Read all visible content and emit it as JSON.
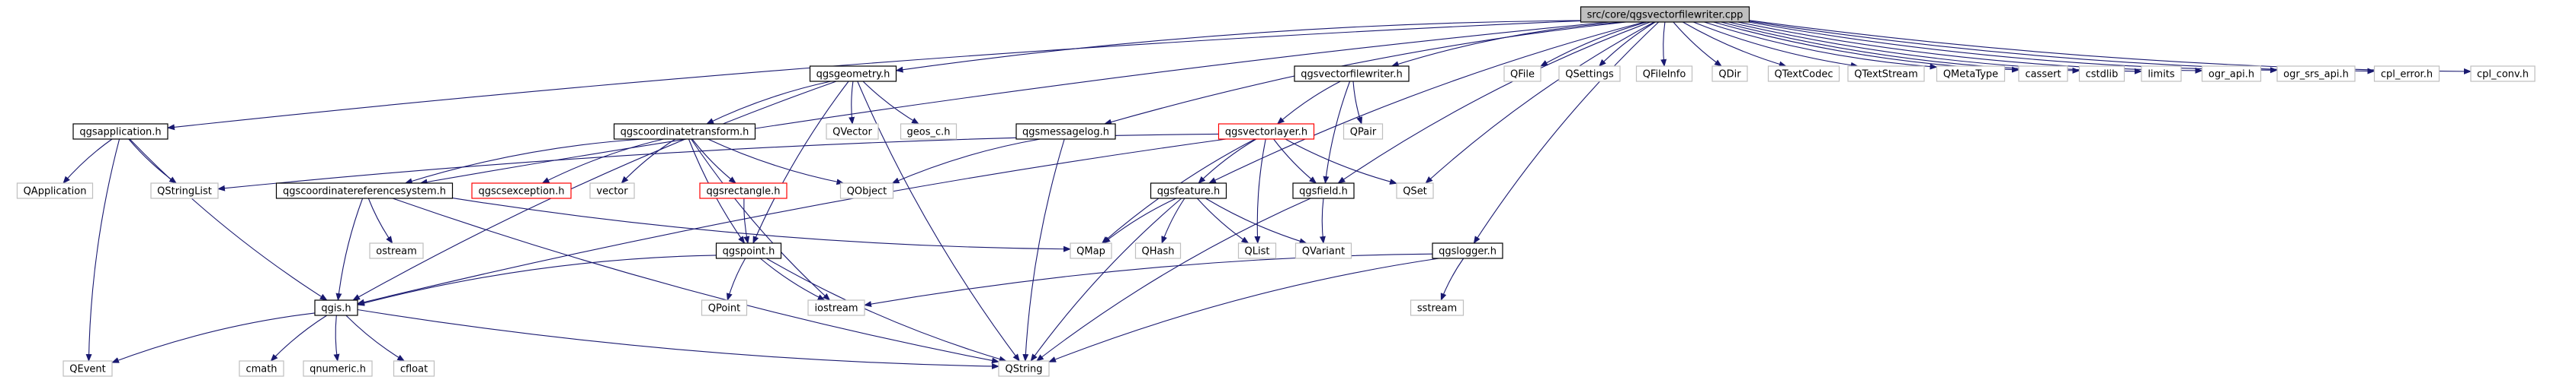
{
  "diagram": {
    "title": "src/core/qgsvectorfilewriter.cpp",
    "colors": {
      "edge": "#191970",
      "root_fill": "#bfbfbf",
      "black_border": "#000000",
      "red_border": "#ff0000",
      "grey_border": "#bfbfbf",
      "text": "#000000",
      "background": "#ffffff"
    },
    "nodes": [
      {
        "id": "root",
        "label": "src/core/qgsvectorfilewriter.cpp",
        "style": "root"
      },
      {
        "id": "qgsapplication",
        "label": "qgsapplication.h",
        "style": "black"
      },
      {
        "id": "qgsgeometry",
        "label": "qgsgeometry.h",
        "style": "black"
      },
      {
        "id": "qgsmessagelog",
        "label": "qgsmessagelog.h",
        "style": "black"
      },
      {
        "id": "qgsvectorfilewriter",
        "label": "qgsvectorfilewriter.h",
        "style": "black"
      },
      {
        "id": "qgscoordinatetransform",
        "label": "qgscoordinatetransform.h",
        "style": "black"
      },
      {
        "id": "qgsvectorlayer",
        "label": "qgsvectorlayer.h",
        "style": "red"
      },
      {
        "id": "qgscrs",
        "label": "qgscoordinatereferencesystem.h",
        "style": "black"
      },
      {
        "id": "qgscsexception",
        "label": "qgscsexception.h",
        "style": "red"
      },
      {
        "id": "qgsrectangle",
        "label": "qgsrectangle.h",
        "style": "red"
      },
      {
        "id": "qgsfeature",
        "label": "qgsfeature.h",
        "style": "black"
      },
      {
        "id": "qgsfield",
        "label": "qgsfield.h",
        "style": "black"
      },
      {
        "id": "qgslogger",
        "label": "qgslogger.h",
        "style": "black"
      },
      {
        "id": "qgspoint",
        "label": "qgspoint.h",
        "style": "black"
      },
      {
        "id": "qgis",
        "label": "qgis.h",
        "style": "black"
      },
      {
        "id": "QApplication",
        "label": "QApplication",
        "style": "grey"
      },
      {
        "id": "QStringList",
        "label": "QStringList",
        "style": "grey"
      },
      {
        "id": "QVector",
        "label": "QVector",
        "style": "grey"
      },
      {
        "id": "geos_c",
        "label": "geos_c.h",
        "style": "grey"
      },
      {
        "id": "QPair",
        "label": "QPair",
        "style": "grey"
      },
      {
        "id": "QFile",
        "label": "QFile",
        "style": "grey"
      },
      {
        "id": "QSettings",
        "label": "QSettings",
        "style": "grey"
      },
      {
        "id": "QFileInfo",
        "label": "QFileInfo",
        "style": "grey"
      },
      {
        "id": "QDir",
        "label": "QDir",
        "style": "grey"
      },
      {
        "id": "QTextCodec",
        "label": "QTextCodec",
        "style": "grey"
      },
      {
        "id": "QTextStream",
        "label": "QTextStream",
        "style": "grey"
      },
      {
        "id": "QMetaType",
        "label": "QMetaType",
        "style": "grey"
      },
      {
        "id": "cassert",
        "label": "cassert",
        "style": "grey"
      },
      {
        "id": "cstdlib",
        "label": "cstdlib",
        "style": "grey"
      },
      {
        "id": "limits",
        "label": "limits",
        "style": "grey"
      },
      {
        "id": "ogr_api",
        "label": "ogr_api.h",
        "style": "grey"
      },
      {
        "id": "ogr_srs_api",
        "label": "ogr_srs_api.h",
        "style": "grey"
      },
      {
        "id": "cpl_error",
        "label": "cpl_error.h",
        "style": "grey"
      },
      {
        "id": "cpl_conv",
        "label": "cpl_conv.h",
        "style": "grey"
      },
      {
        "id": "QObject",
        "label": "QObject",
        "style": "grey"
      },
      {
        "id": "QSet",
        "label": "QSet",
        "style": "grey"
      },
      {
        "id": "vector",
        "label": "vector",
        "style": "grey"
      },
      {
        "id": "ostream",
        "label": "ostream",
        "style": "grey"
      },
      {
        "id": "QMap",
        "label": "QMap",
        "style": "grey"
      },
      {
        "id": "QHash",
        "label": "QHash",
        "style": "grey"
      },
      {
        "id": "QList",
        "label": "QList",
        "style": "grey"
      },
      {
        "id": "QVariant",
        "label": "QVariant",
        "style": "grey"
      },
      {
        "id": "QPoint",
        "label": "QPoint",
        "style": "grey"
      },
      {
        "id": "iostream",
        "label": "iostream",
        "style": "grey"
      },
      {
        "id": "sstream",
        "label": "sstream",
        "style": "grey"
      },
      {
        "id": "QEvent",
        "label": "QEvent",
        "style": "grey"
      },
      {
        "id": "cmath",
        "label": "cmath",
        "style": "grey"
      },
      {
        "id": "qnumeric",
        "label": "qnumeric.h",
        "style": "grey"
      },
      {
        "id": "cfloat",
        "label": "cfloat",
        "style": "grey"
      },
      {
        "id": "QString",
        "label": "QString",
        "style": "grey"
      }
    ],
    "edges": [
      [
        "root",
        "qgsapplication"
      ],
      [
        "root",
        "qgsgeometry"
      ],
      [
        "root",
        "qgsmessagelog"
      ],
      [
        "root",
        "qgsvectorfilewriter"
      ],
      [
        "root",
        "qgscrs"
      ],
      [
        "root",
        "qgsfeature"
      ],
      [
        "root",
        "qgsfield"
      ],
      [
        "root",
        "qgslogger"
      ],
      [
        "root",
        "QSet"
      ],
      [
        "root",
        "QFile"
      ],
      [
        "root",
        "QSettings"
      ],
      [
        "root",
        "QFileInfo"
      ],
      [
        "root",
        "QDir"
      ],
      [
        "root",
        "QTextCodec"
      ],
      [
        "root",
        "QTextStream"
      ],
      [
        "root",
        "QMetaType"
      ],
      [
        "root",
        "cassert"
      ],
      [
        "root",
        "cstdlib"
      ],
      [
        "root",
        "limits"
      ],
      [
        "root",
        "ogr_api"
      ],
      [
        "root",
        "ogr_srs_api"
      ],
      [
        "root",
        "cpl_error"
      ],
      [
        "root",
        "cpl_conv"
      ],
      [
        "qgsapplication",
        "QApplication"
      ],
      [
        "qgsapplication",
        "QStringList"
      ],
      [
        "qgsapplication",
        "qgis"
      ],
      [
        "qgsapplication",
        "QEvent"
      ],
      [
        "qgsgeometry",
        "qgscoordinatetransform"
      ],
      [
        "qgsgeometry",
        "QVector"
      ],
      [
        "qgsgeometry",
        "geos_c"
      ],
      [
        "qgsgeometry",
        "qgspoint"
      ],
      [
        "qgsgeometry",
        "qgis"
      ],
      [
        "qgsgeometry",
        "QString"
      ],
      [
        "qgsmessagelog",
        "QObject"
      ],
      [
        "qgsmessagelog",
        "QString"
      ],
      [
        "qgsvectorfilewriter",
        "qgsvectorlayer"
      ],
      [
        "qgsvectorfilewriter",
        "qgsfield"
      ],
      [
        "qgsvectorfilewriter",
        "QPair"
      ],
      [
        "qgscoordinatetransform",
        "qgscrs"
      ],
      [
        "qgscoordinatetransform",
        "qgscsexception"
      ],
      [
        "qgscoordinatetransform",
        "vector"
      ],
      [
        "qgscoordinatetransform",
        "qgsrectangle"
      ],
      [
        "qgscoordinatetransform",
        "QObject"
      ],
      [
        "qgscoordinatetransform",
        "qgspoint"
      ],
      [
        "qgscoordinatetransform",
        "iostream"
      ],
      [
        "qgsvectorlayer",
        "QStringList"
      ],
      [
        "qgsvectorlayer",
        "qgsfeature"
      ],
      [
        "qgsvectorlayer",
        "qgsfield"
      ],
      [
        "qgsvectorlayer",
        "QSet"
      ],
      [
        "qgsvectorlayer",
        "QMap"
      ],
      [
        "qgsvectorlayer",
        "QList"
      ],
      [
        "qgsvectorlayer",
        "qgis"
      ],
      [
        "qgscrs",
        "ostream"
      ],
      [
        "qgscrs",
        "QMap"
      ],
      [
        "qgscrs",
        "qgis"
      ],
      [
        "qgscrs",
        "QString"
      ],
      [
        "qgsrectangle",
        "qgspoint"
      ],
      [
        "qgsfeature",
        "QMap"
      ],
      [
        "qgsfeature",
        "QHash"
      ],
      [
        "qgsfeature",
        "QList"
      ],
      [
        "qgsfeature",
        "QVariant"
      ],
      [
        "qgsfeature",
        "QString"
      ],
      [
        "qgsfield",
        "QVariant"
      ],
      [
        "qgsfield",
        "QString"
      ],
      [
        "qgslogger",
        "iostream"
      ],
      [
        "qgslogger",
        "sstream"
      ],
      [
        "qgslogger",
        "QString"
      ],
      [
        "qgspoint",
        "QPoint"
      ],
      [
        "qgspoint",
        "iostream"
      ],
      [
        "qgspoint",
        "qgis"
      ],
      [
        "qgspoint",
        "QString"
      ],
      [
        "qgis",
        "QEvent"
      ],
      [
        "qgis",
        "cmath"
      ],
      [
        "qgis",
        "qnumeric"
      ],
      [
        "qgis",
        "cfloat"
      ],
      [
        "qgis",
        "QString"
      ]
    ]
  }
}
